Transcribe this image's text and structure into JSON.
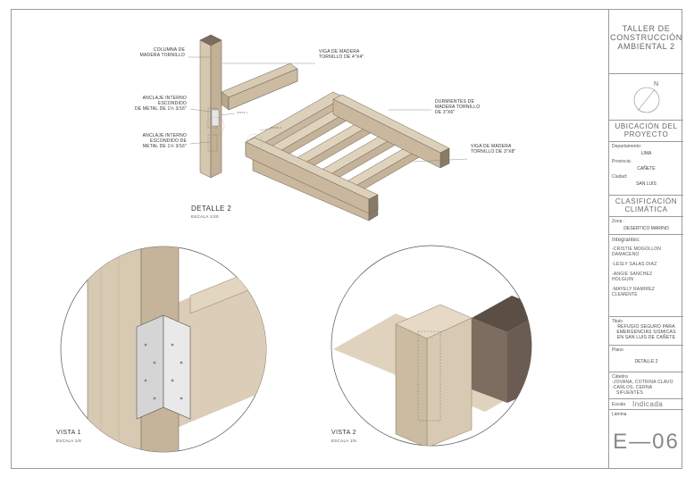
{
  "callouts": {
    "columna": [
      "COLUMNA DE",
      "MADERA TORNILLO"
    ],
    "viga_4x4": [
      "VIGA DE MADERA",
      "TORNILLO DE 4\"X4\""
    ],
    "anclaje_1": [
      "ANCLAJE INTERNO",
      "ESCONDIDO",
      "DE METAL DE 1½ 3/16\""
    ],
    "anclaje_2": [
      "ANCLAJE INTERNO",
      "ESCONDIDO DE",
      "METAL DE 1½ 3/16\""
    ],
    "durmientes": [
      "DURMIENTES DE",
      "MADERA TORNILLO",
      "DE 3\"X6\""
    ],
    "viga_3x8": [
      "VIGA DE MADERA",
      "TORNILLO DE 3\"X8\""
    ],
    "vista1_tag": "VISTA 1",
    "vista2_tag": "VISTA 2"
  },
  "detalle": {
    "title": "DETALLE 2",
    "scale": "ESCALA 1/20"
  },
  "vista1": {
    "title": "VISTA 1",
    "scale": "ESCALA 1/5"
  },
  "vista2": {
    "title": "VISTA 2",
    "scale": "ESCALA 1/5"
  },
  "title_block": {
    "taller": [
      "TALLER DE",
      "CONSTRUCCIÓN",
      "AMBIENTAL 2"
    ],
    "north_label": "N",
    "ubicacion": [
      "UBICACIÓN DEL",
      "PROYECTO"
    ],
    "departamento_label": "Departamento:",
    "departamento": "LIMA",
    "provincia_label": "Provincia:",
    "provincia": "CAÑETE",
    "ciudad_label": "Ciudad:",
    "ciudad": "SAN LUIS",
    "clasificacion": [
      "CLASIFICACIÓN",
      "CLIMÁTICA"
    ],
    "zona_label": "Zona :",
    "zona": "DESERTICO MARINO",
    "integrantes_label": "Integrantes:",
    "integrantes": [
      [
        "-CRISTIE MOGOLLON",
        "DAMACENO"
      ],
      [
        "-LESLY SALAS DIAZ"
      ],
      [
        "-ANGIE SANCHEZ",
        "HOLGUIN"
      ],
      [
        "-MAYELY RAMIREZ",
        "CLEMENTE"
      ]
    ],
    "titulo_label": "Titulo",
    "titulo": [
      "REFUGIO SEGURO PARA",
      "EMERGENCIAS SISMICAS",
      "EN SAN LUIS DE CAÑETE"
    ],
    "plano_label": "Plano",
    "plano": "DETALLE 2",
    "catedra_label": "Cátedra",
    "catedra": [
      "-JOVANA, COTRINA CLAVO",
      "-CARLOS, CERNA",
      "SIFUENTES"
    ],
    "escala_label": "Escala",
    "escala": "Indicada",
    "lamina_label": "Lámina",
    "lamina": "E—06"
  },
  "colors": {
    "wood_light": "#dbcdb7",
    "wood_mid": "#c8b79d",
    "wood_dark": "#a8977e",
    "wood_end": "#7d6d60",
    "metal": "#d8d8d8"
  }
}
